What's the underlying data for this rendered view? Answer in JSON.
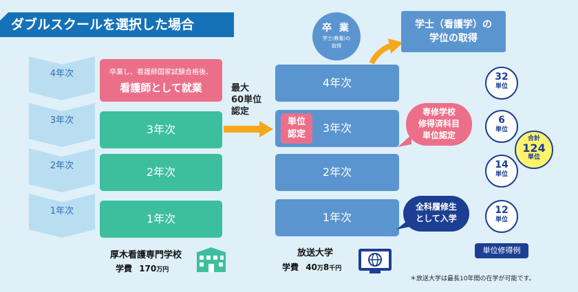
{
  "title": "ダブルスクールを選択した場合",
  "years": [
    "4年次",
    "3年次",
    "2年次",
    "1年次"
  ],
  "nursing_school": {
    "employment_line1": "卒業し、看護師国家試験合格後、",
    "employment_line2": "看護師として就業",
    "year3": "3年次",
    "year2": "2年次",
    "year1": "1年次",
    "name": "厚木看護専門学校",
    "fee_label": "学費",
    "fee_value": "170",
    "fee_unit": "万円"
  },
  "transfer": {
    "line1": "最大",
    "line2": "60単位",
    "line3": "認定"
  },
  "open_university": {
    "year4": "4年次",
    "year3": "3年次",
    "year2": "2年次",
    "year1": "1年次",
    "credit_badge_line1": "単位",
    "credit_badge_line2": "認定",
    "name": "放送大学",
    "fee_label": "学費",
    "fee_value": "40",
    "fee_unit1": "万",
    "fee_value2": "8",
    "fee_unit2": "千円"
  },
  "graduation": {
    "title": "卒 業",
    "sub_line1": "学士(教養)の",
    "sub_line2": "取得"
  },
  "degree": {
    "line1": "学士（看護学）の",
    "line2": "学位の取得"
  },
  "bubble_top": [
    "専修学校",
    "修得済科目",
    "単位認定"
  ],
  "bubble_bottom": [
    "全科履修生",
    "として入学"
  ],
  "credits": [
    {
      "value": "32",
      "unit": "単位"
    },
    {
      "value": "6",
      "unit": "単位"
    },
    {
      "value": "14",
      "unit": "単位"
    },
    {
      "value": "12",
      "unit": "単位"
    }
  ],
  "total": {
    "label": "合計",
    "value": "124",
    "unit": "単位"
  },
  "credit_example": "単位修得例",
  "note": "＊放送大学は最長10年間の在学が可能です。",
  "colors": {
    "title_band": "#1572b8",
    "chevron": "#b9def2",
    "green": "#3dbf9d",
    "pink": "#ec6f89",
    "blue": "#5b95cf",
    "navy": "#1c3e93",
    "arrow": "#f5a81c",
    "total_fill": "#fff36b",
    "background": "#dff0f9"
  },
  "icons": [
    "school-building-icon",
    "computer-globe-icon"
  ]
}
